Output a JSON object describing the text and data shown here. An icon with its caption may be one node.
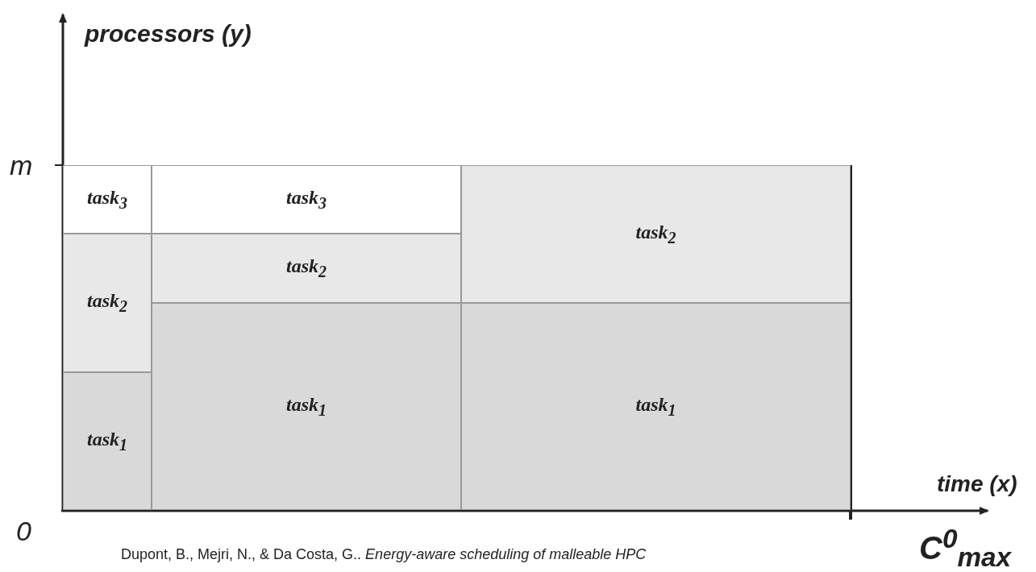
{
  "diagram": {
    "caption": "Dupont, B., Mejri, N., & Da Costa, G.. *Energy-aware scheduling of malleable HPC*",
    "nodes": [
      {
        "text": [
          "task$_{3}$"
        ]
      },
      {
        "text": [
          "task$_{2}$"
        ]
      },
      {
        "text": [
          "task$_{1}$"
        ]
      },
      {
        "text": [
          "task$_{3}$"
        ]
      },
      {
        "text": [
          "task$_{2}$"
        ]
      },
      {
        "text": [
          "task$_{1}$"
        ]
      },
      {
        "text": [
          "task$_{2}$"
        ]
      },
      {
        "text": [
          "task$_{1}$"
        ]
      }
    ],
    "edges": [],
    "labels": [
      "processors (y)",
      "m",
      "0",
      "time (x)",
      "C$^{0}$$_{max}$"
    ]
  }
}
